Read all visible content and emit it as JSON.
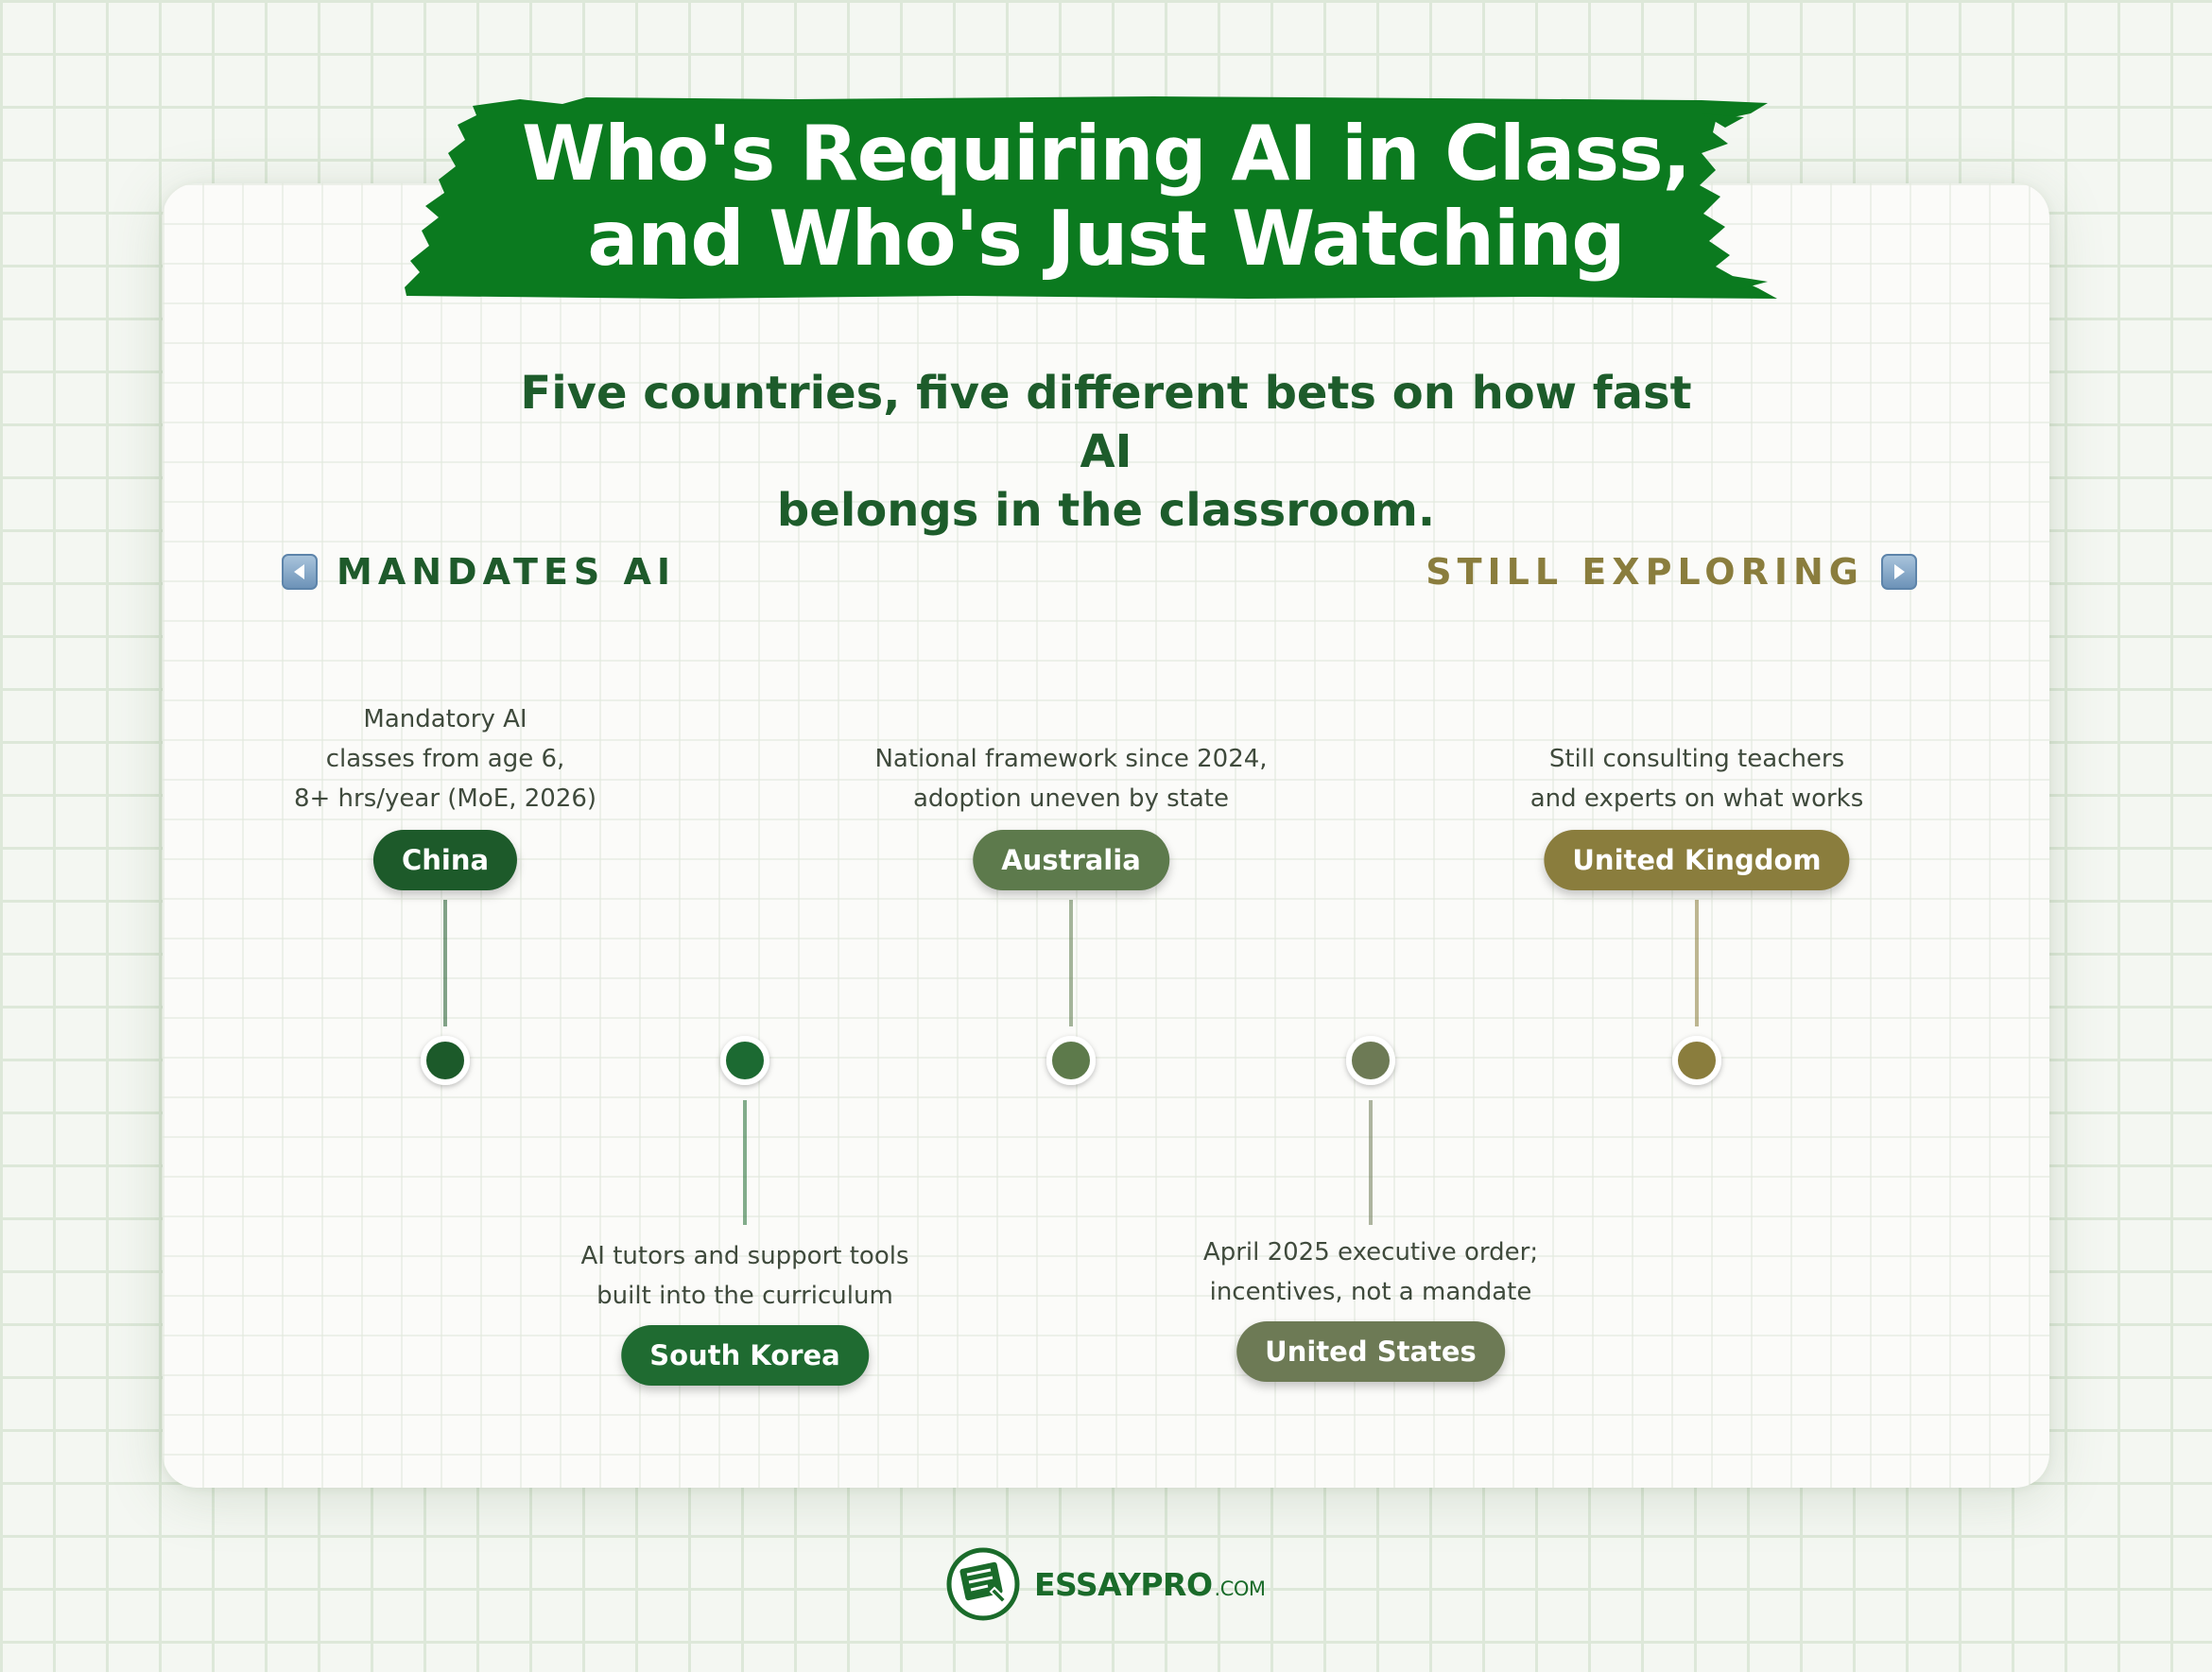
{
  "header": {
    "title_line1": "Who's Requiring AI in Class,",
    "title_line2": "and Who's Just Watching",
    "subtitle_line1": "Five countries, five different bets on how fast AI",
    "subtitle_line2": "belongs in the classroom.",
    "banner_color": "#0b7a1f"
  },
  "spectrum": {
    "left_label": "MANDATES AI",
    "right_label": "STILL EXPLORING",
    "left_icon": "arrow-left-icon",
    "right_icon": "arrow-right-icon",
    "left_color": "#1e5a2b",
    "right_color": "#8a7d3d"
  },
  "countries": [
    {
      "name": "China",
      "position": "above",
      "description": [
        "Mandatory AI",
        "classes from age 6,",
        "8+ hrs/year (MoE, 2026)"
      ],
      "color": "#1d5a2a"
    },
    {
      "name": "South Korea",
      "position": "below",
      "description": [
        "AI tutors and support tools",
        "built into the curriculum"
      ],
      "color": "#1f6b31"
    },
    {
      "name": "Australia",
      "position": "above",
      "description": [
        "National framework since 2024,",
        "adoption uneven by state"
      ],
      "color": "#5d7a4c"
    },
    {
      "name": "United States",
      "position": "below",
      "description": [
        "April 2025 executive order;",
        "incentives, not a mandate"
      ],
      "color": "#6d7a55"
    },
    {
      "name": "United Kingdom",
      "position": "above",
      "description": [
        "Still consulting teachers",
        "and experts on what works"
      ],
      "color": "#8a7d3d"
    }
  ],
  "brand": {
    "name_part1": "ESSAY",
    "name_part2": "PRO",
    "name_part3": ".COM",
    "icon": "essay-document-pen-icon",
    "color": "#1a6b2a"
  }
}
